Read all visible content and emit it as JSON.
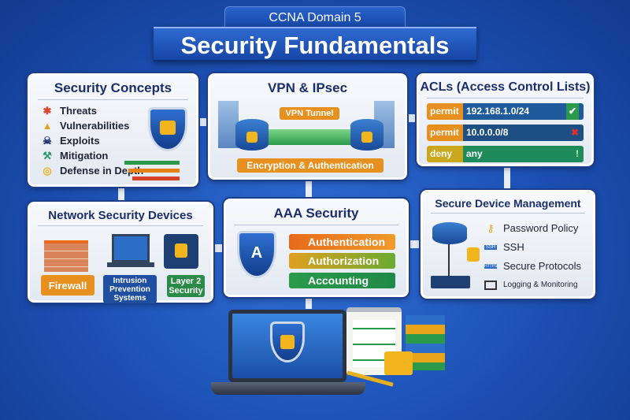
{
  "header": {
    "subtitle": "CCNA Domain 5",
    "title": "Security Fundamentals"
  },
  "security_concepts": {
    "title": "Security Concepts",
    "items": [
      {
        "label": "Threats",
        "icon": "bug-icon"
      },
      {
        "label": "Vulnerabilities",
        "icon": "warning-icon"
      },
      {
        "label": "Exploits",
        "icon": "skull-icon"
      },
      {
        "label": "Mitigation",
        "icon": "wrench-icon"
      },
      {
        "label": "Defense in Depth",
        "icon": "target-icon"
      }
    ]
  },
  "vpn": {
    "title": "VPN & IPsec",
    "tunnel": "VPN Tunnel",
    "caption": "Encryption & Authentication"
  },
  "acl": {
    "title": "ACLs (Access Control Lists)",
    "rules": [
      {
        "action": "permit",
        "network": "192.168.1.0/24",
        "mark": "✔",
        "color": "#1f5a9a"
      },
      {
        "action": "permit",
        "network": "10.0.0.0/8",
        "mark": "✖",
        "color": "#1d4f84"
      },
      {
        "action": "deny",
        "network": "any",
        "mark": "!",
        "color": "#1f8a5a"
      }
    ]
  },
  "network_devices": {
    "title": "Network Security Devices",
    "devices": [
      "Firewall",
      "Intrusion Prevention Systems",
      "Layer 2 Security"
    ]
  },
  "aaa": {
    "title": "AAA Security",
    "items": [
      "Authentication",
      "Authorization",
      "Accounting"
    ],
    "shield_letter": "A"
  },
  "device_mgmt": {
    "title": "Secure Device Management",
    "items": [
      {
        "label": "Password Policy",
        "icon": "key-icon"
      },
      {
        "label": "SSH",
        "icon": "ssh-icon",
        "badge": "SSH"
      },
      {
        "label": "Secure Protocols",
        "icon": "https-icon",
        "badge": "HTTPS"
      },
      {
        "label": "Logging & Monitoring",
        "icon": "monitor-icon"
      }
    ]
  },
  "colors": {
    "background": "#1c4fb3",
    "orange": "#e8901f",
    "green": "#2a9a4a",
    "navy": "#1b2e6b"
  }
}
